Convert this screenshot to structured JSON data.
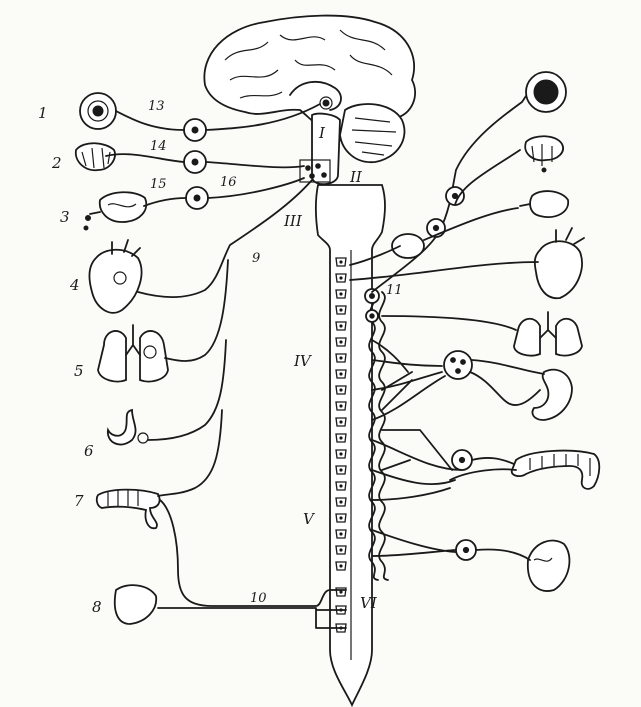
{
  "diagram": {
    "organ_labels": [
      "1",
      "2",
      "3",
      "4",
      "5",
      "6",
      "7",
      "8"
    ],
    "nerve_labels": [
      "9",
      "10",
      "11",
      "13",
      "14",
      "15",
      "16"
    ],
    "level_labels": [
      "I",
      "II",
      "III",
      "IV",
      "V",
      "VI"
    ]
  },
  "colors": {
    "ink": "#1a1a1a",
    "paper": "#fbfbf8"
  }
}
